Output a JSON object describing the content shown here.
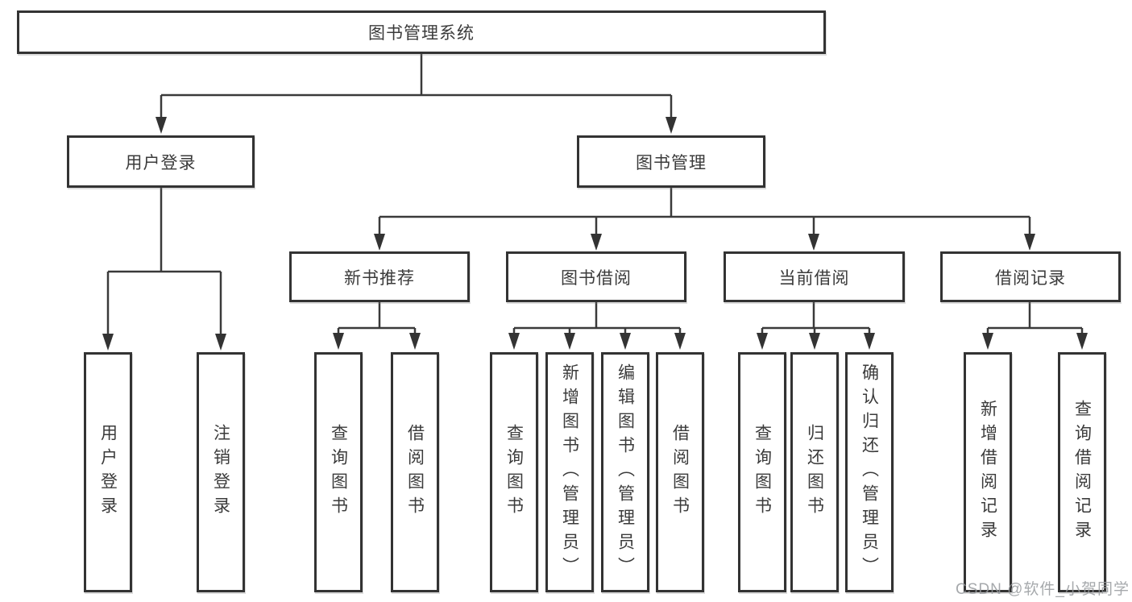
{
  "diagram": {
    "type": "tree-structure-diagram",
    "root": {
      "label": "图书管理系统"
    },
    "branches": [
      {
        "label": "用户登录",
        "children": [
          "用户登录",
          "注销登录"
        ]
      },
      {
        "label": "图书管理",
        "children": [
          {
            "label": "新书推荐",
            "children": [
              "查询图书",
              "借阅图书"
            ]
          },
          {
            "label": "图书借阅",
            "children": [
              "查询图书",
              "新增图书（管理员）",
              "编辑图书（管理员）",
              "借阅图书"
            ]
          },
          {
            "label": "当前借阅",
            "children": [
              "查询图书",
              "归还图书",
              "确认归还（管理员）"
            ]
          },
          {
            "label": "借阅记录",
            "children": [
              "新增借阅记录",
              "查询借阅记录"
            ]
          }
        ]
      }
    ]
  },
  "watermark": {
    "text": "CSDN @软件_小贺同学"
  },
  "colors": {
    "background": "#ffffff",
    "box_border": "#333333",
    "line": "#3a3a3a",
    "text": "#3b3b3b",
    "watermark": "#969a9e"
  }
}
